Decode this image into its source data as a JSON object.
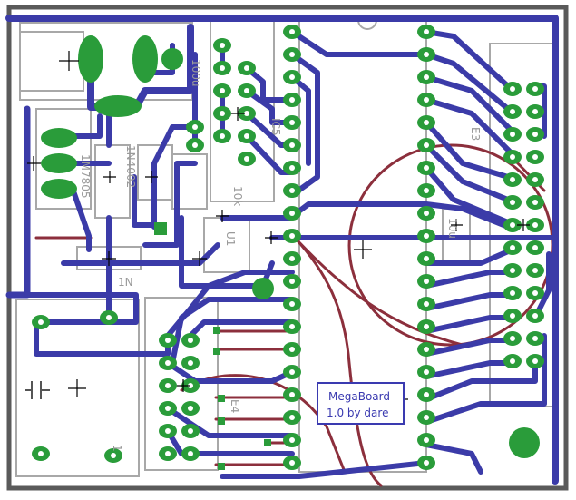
{
  "colors": {
    "background": "#ffffff",
    "board_outline": "#5a5a5a",
    "top_trace": "#3b3ba8",
    "bottom_trace": "#8c2f3c",
    "pad": "#2a9c3a",
    "pad_hole": "#ffffff",
    "silkscreen": "#a8a8a8",
    "label_text": "#3a3ab0"
  },
  "board": {
    "label_line1": "MegaBoard",
    "label_line2": "1.0 by dare"
  },
  "silkscreen_labels": {
    "connector_top_right": "E3",
    "connector_bottom_left": "E4",
    "chip_main": "IC5",
    "regulator": "1M7805",
    "diode_1": "1N4002",
    "cap_label": "100u",
    "reset_label": "10k",
    "misc_1": "1N",
    "misc_2": "10u",
    "misc_3": "U1",
    "jack_pin": "1"
  },
  "icons": [
    "pcb-board",
    "crosshair-icon"
  ]
}
